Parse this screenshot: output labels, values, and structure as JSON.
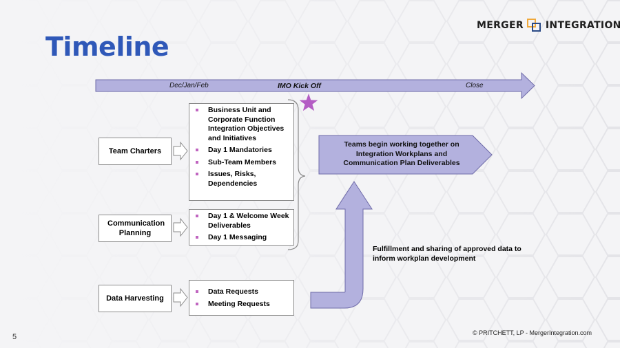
{
  "header": {
    "title": "Timeline",
    "logo_left": "MERGER",
    "logo_right": "INTEGRATION"
  },
  "timeline": {
    "left_label": "Dec/Jan/Feb",
    "kickoff_label": "IMO Kick Off",
    "right_label": "Close"
  },
  "workstreams": [
    {
      "label": "Team Charters",
      "items": [
        "Business Unit and Corporate Function Integration Objectives and Initiatives",
        "Day 1 Mandatories",
        "Sub-Team Members",
        "Issues, Risks, Dependencies"
      ]
    },
    {
      "label": "Communication Planning",
      "items": [
        "Day 1 & Welcome Week Deliverables",
        "Day 1 Messaging"
      ]
    },
    {
      "label": "Data Harvesting",
      "items": [
        "Data Requests",
        "Meeting Requests"
      ]
    }
  ],
  "outcome": {
    "text": "Teams begin working together on Integration Workplans and Communication Plan Deliverables"
  },
  "feedback": {
    "text": "Fulfillment and sharing of approved data to inform workplan development"
  },
  "footer": {
    "copyright": "© PRITCHETT, LP  -  MergerIntegration.com",
    "page_number": "5"
  },
  "colors": {
    "title": "#2f58b8",
    "arrow_fill": "#b3b1de",
    "arrow_stroke": "#6e6aa8",
    "bullet": "#c065c0",
    "star": "#b45cc4",
    "logo_orange": "#f0a83a",
    "logo_navy": "#2a4a86"
  }
}
